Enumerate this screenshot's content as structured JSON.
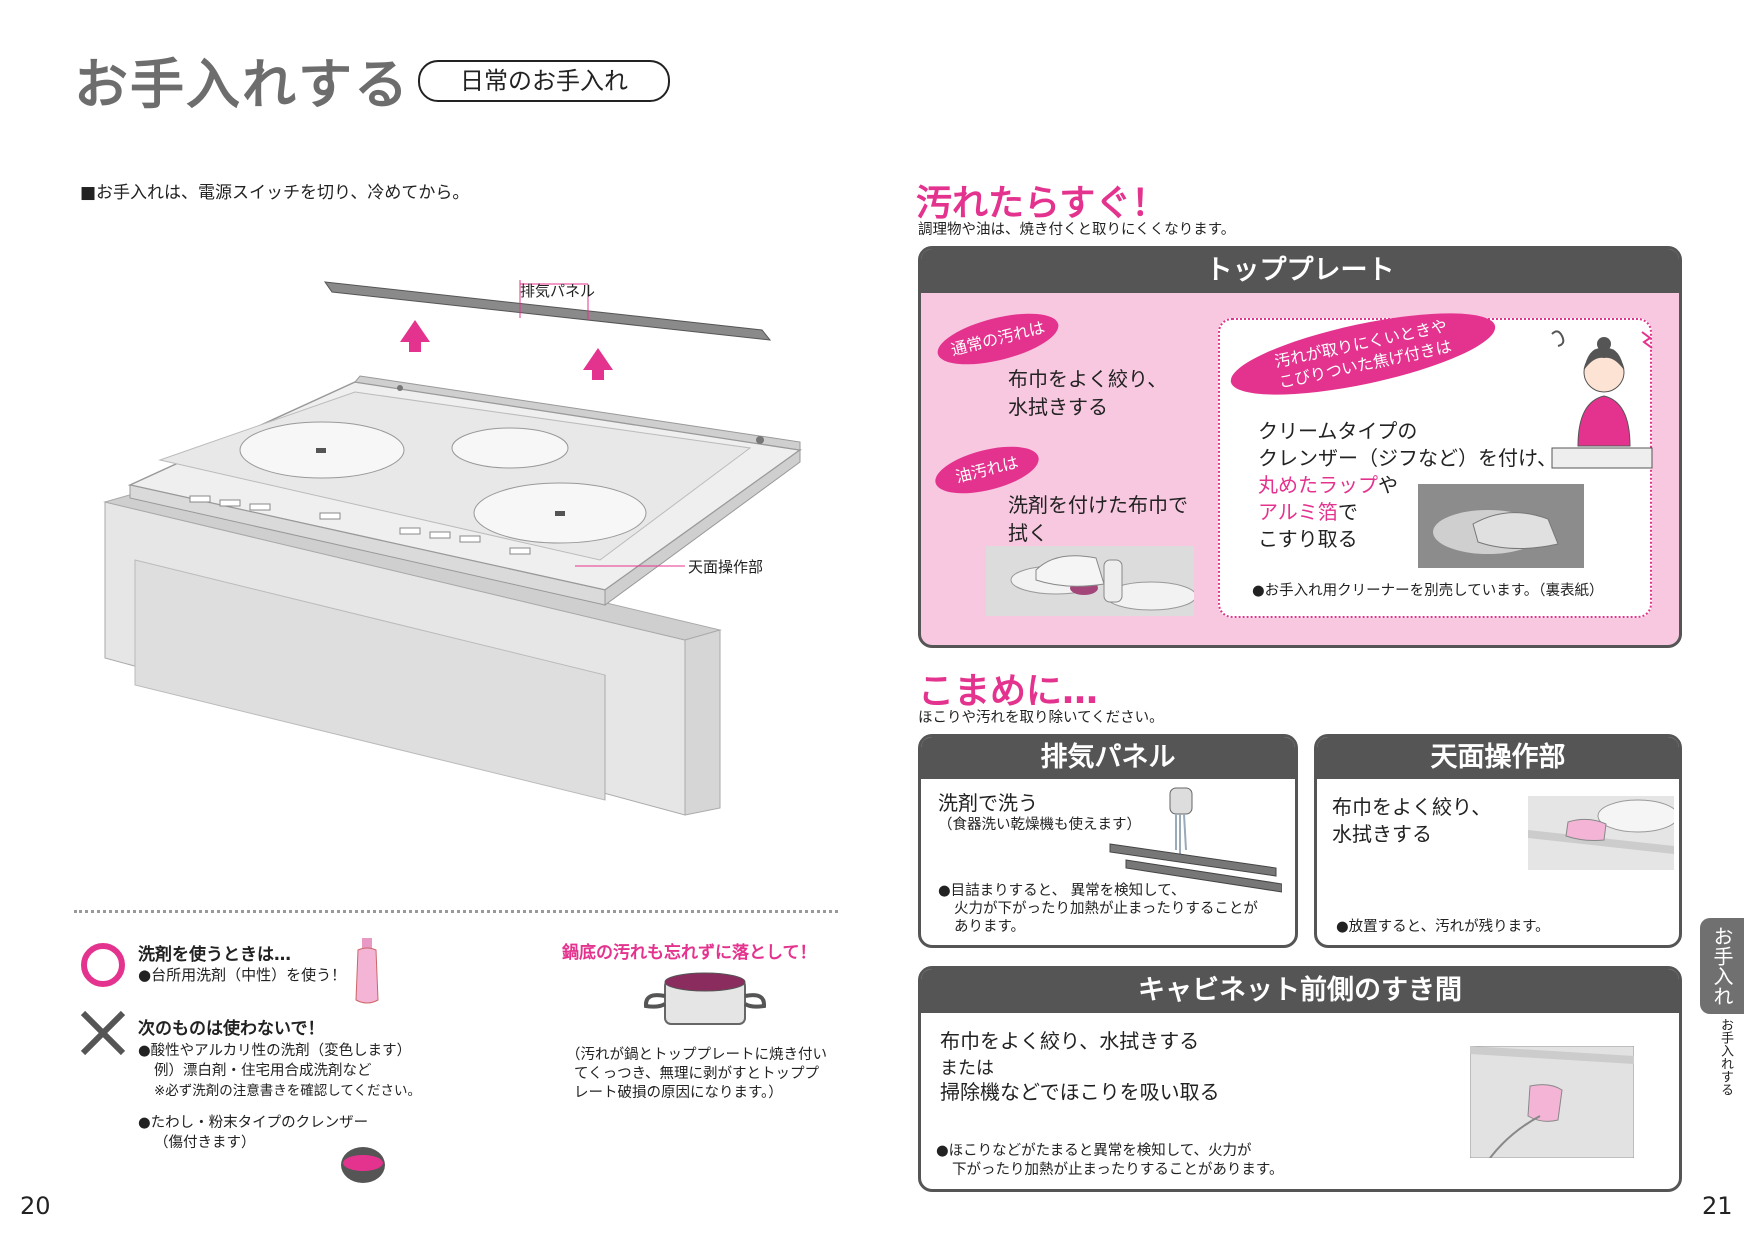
{
  "header": {
    "title": "お手入れする",
    "subtitle": "日常のお手入れ",
    "note": "■お手入れは、電源スイッチを切り、冷めてから。"
  },
  "illustration": {
    "label_exhaust": "排気パネル",
    "label_control": "天面操作部"
  },
  "good": {
    "heading": "洗剤を使うときは…",
    "item": "●台所用洗剤（中性）を使う！"
  },
  "bad": {
    "heading": "次のものは使わないで！",
    "line1": "●酸性やアルカリ性の洗剤（変色します）",
    "line2": "例）漂白剤・住宅用合成洗剤など",
    "line3": "※必ず洗剤の注意書きを確認してください。",
    "line4": "●たわし・粉末タイプのクレンザー",
    "line5": "（傷付きます）"
  },
  "pot": {
    "heading": "鍋底の汚れも忘れずに落として！",
    "line1": "（汚れが鍋とトッププレートに焼き付い",
    "line2": "てくっつき、無理に剥がすとトッププ",
    "line3": "レート破損の原因になります。）"
  },
  "section1": {
    "heading": "汚れたらすぐ！",
    "sub": "調理物や油は、焼き付くと取りにくくなります。"
  },
  "topplate": {
    "header": "トッププレート",
    "badge_normal": "通常の汚れは",
    "text_normal_1": "布巾をよく絞り、",
    "text_normal_2": "水拭きする",
    "badge_oil": "油汚れは",
    "text_oil_1": "洗剤を付けた布巾で",
    "text_oil_2": "拭く",
    "badge_hard_1": "汚れが取りにくいときや",
    "badge_hard_2": "こびりついた焦げ付きは",
    "hard_1": "クリームタイプの",
    "hard_2": "クレンザー（ジフなど）を付け、",
    "hard_3a": "丸めたラップ",
    "hard_3b": "や",
    "hard_4a": "アルミ箔",
    "hard_4b": "で",
    "hard_5": "こすり取る",
    "hard_note": "●お手入れ用クリーナーを別売しています。（裏表紙）"
  },
  "section2": {
    "heading": "こまめに…",
    "sub": "ほこりや汚れを取り除いてください。"
  },
  "exhaust": {
    "header": "排気パネル",
    "text": "洗剤で洗う",
    "sub": "（食器洗い乾燥機も使えます）",
    "note1": "●目詰まりすると、 異常を検知して、",
    "note2": "火力が下がったり加熱が止まったりすることが",
    "note3": "あります。"
  },
  "control": {
    "header": "天面操作部",
    "text1": "布巾をよく絞り、",
    "text2": "水拭きする",
    "note": "●放置すると、汚れが残ります。"
  },
  "cabinet": {
    "header": "キャビネット前側のすき間",
    "text1": "布巾をよく絞り、水拭きする",
    "text2": "または",
    "text3": "掃除機などでほこりを吸い取る",
    "note1": "●ほこりなどがたまると異常を検知して、火力が",
    "note2": "下がったり加熱が止まったりすることがあります。"
  },
  "side_tab": {
    "label": "お手入れ",
    "small": "お手入れする"
  },
  "pages": {
    "left": "20",
    "right": "21"
  },
  "colors": {
    "accent_pink": "#e4338e",
    "panel_pink": "#f7c8e0",
    "header_gray": "#555555"
  }
}
